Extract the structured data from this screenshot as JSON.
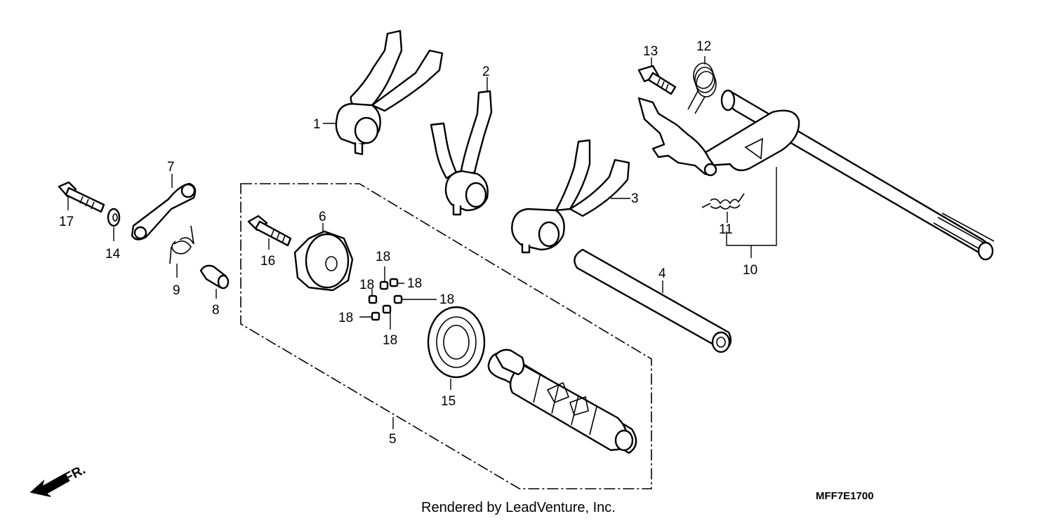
{
  "diagram": {
    "callouts": [
      {
        "id": "c1",
        "text": "1"
      },
      {
        "id": "c2",
        "text": "2"
      },
      {
        "id": "c3",
        "text": "3"
      },
      {
        "id": "c4",
        "text": "4"
      },
      {
        "id": "c5",
        "text": "5"
      },
      {
        "id": "c6",
        "text": "6"
      },
      {
        "id": "c7",
        "text": "7"
      },
      {
        "id": "c8",
        "text": "8"
      },
      {
        "id": "c9",
        "text": "9"
      },
      {
        "id": "c10",
        "text": "10"
      },
      {
        "id": "c11",
        "text": "11"
      },
      {
        "id": "c12",
        "text": "12"
      },
      {
        "id": "c13",
        "text": "13"
      },
      {
        "id": "c14",
        "text": "14"
      },
      {
        "id": "c15",
        "text": "15"
      },
      {
        "id": "c16",
        "text": "16"
      },
      {
        "id": "c17",
        "text": "17"
      },
      {
        "id": "c18a",
        "text": "18"
      },
      {
        "id": "c18b",
        "text": "18"
      },
      {
        "id": "c18c",
        "text": "18"
      },
      {
        "id": "c18d",
        "text": "18"
      },
      {
        "id": "c18e",
        "text": "18"
      },
      {
        "id": "c18f",
        "text": "18"
      }
    ],
    "front_marker": "FR.",
    "diagram_code": "MFF7E1700",
    "credit": "Rendered by LeadVenture, Inc."
  }
}
